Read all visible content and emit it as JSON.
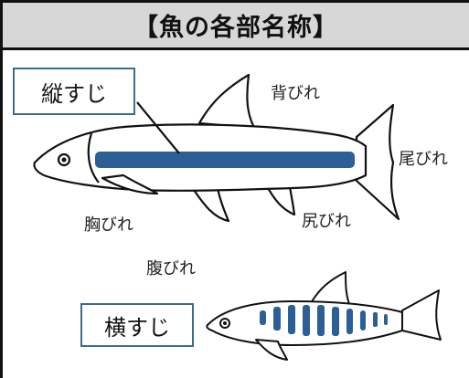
{
  "title": "【魚の各部名称】",
  "labels": {
    "longitudinal_stripe": "縦すじ",
    "dorsal_fin": "背びれ",
    "caudal_fin": "尾びれ",
    "pectoral_fin": "胸びれ",
    "anal_fin": "尻びれ",
    "pelvic_fin": "腹びれ",
    "transverse_stripes": "横すじ"
  },
  "colors": {
    "stripe": "#2b5f96",
    "header_bg": "#d7d7d7",
    "label_border": "#3f6b8a"
  }
}
